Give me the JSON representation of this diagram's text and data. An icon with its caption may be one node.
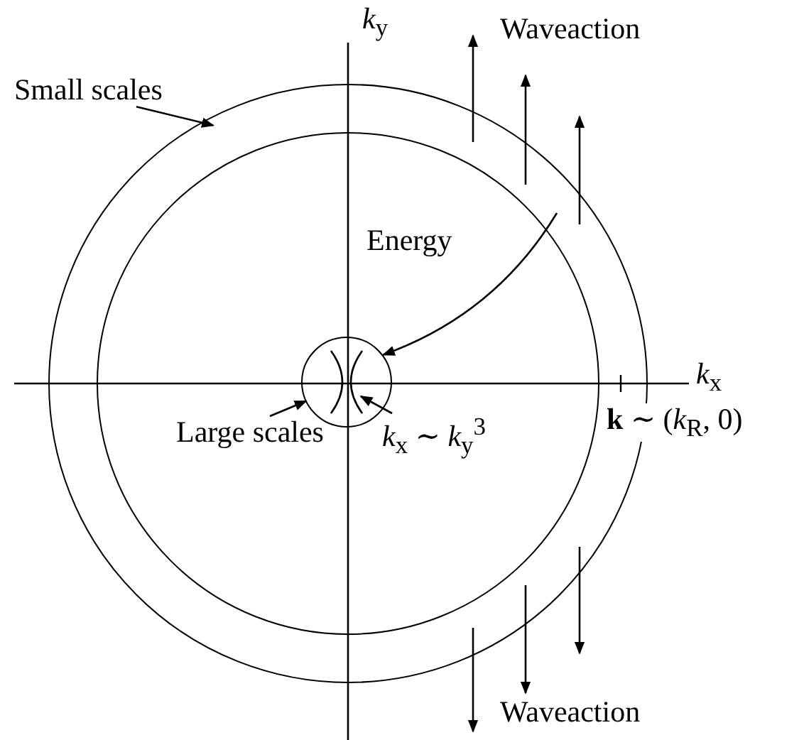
{
  "diagram": {
    "nodes": [
      {
        "text": [
          "Small scales"
        ]
      },
      {
        "text": [],
        "shape": "circle"
      },
      {
        "text": [],
        "shape": "circle",
        "in": 1
      },
      {
        "text": [],
        "shape": "circle",
        "in": 2
      },
      {
        "text": [
          "Large scales"
        ],
        "in": 2
      },
      {
        "text": [
          "*k*$_{x}$ ∼ *k*$_{y}$$^{3}$"
        ],
        "in": 2
      }
    ],
    "edges": [
      {
        "from": 0,
        "to": 1,
        "arrow": "to"
      },
      {
        "from": null,
        "to": 3,
        "arrow": "to",
        "label": "Energy"
      },
      {
        "from": 4,
        "to": 3,
        "arrow": "to"
      },
      {
        "from": 5,
        "to": null,
        "arrow": "to"
      }
    ],
    "labels": [
      "*k*$_{y}$",
      "Waveaction",
      "*k*$_{x}$",
      "**k** ∼ (*k*$_{R}$, 0)",
      "Waveaction"
    ]
  }
}
